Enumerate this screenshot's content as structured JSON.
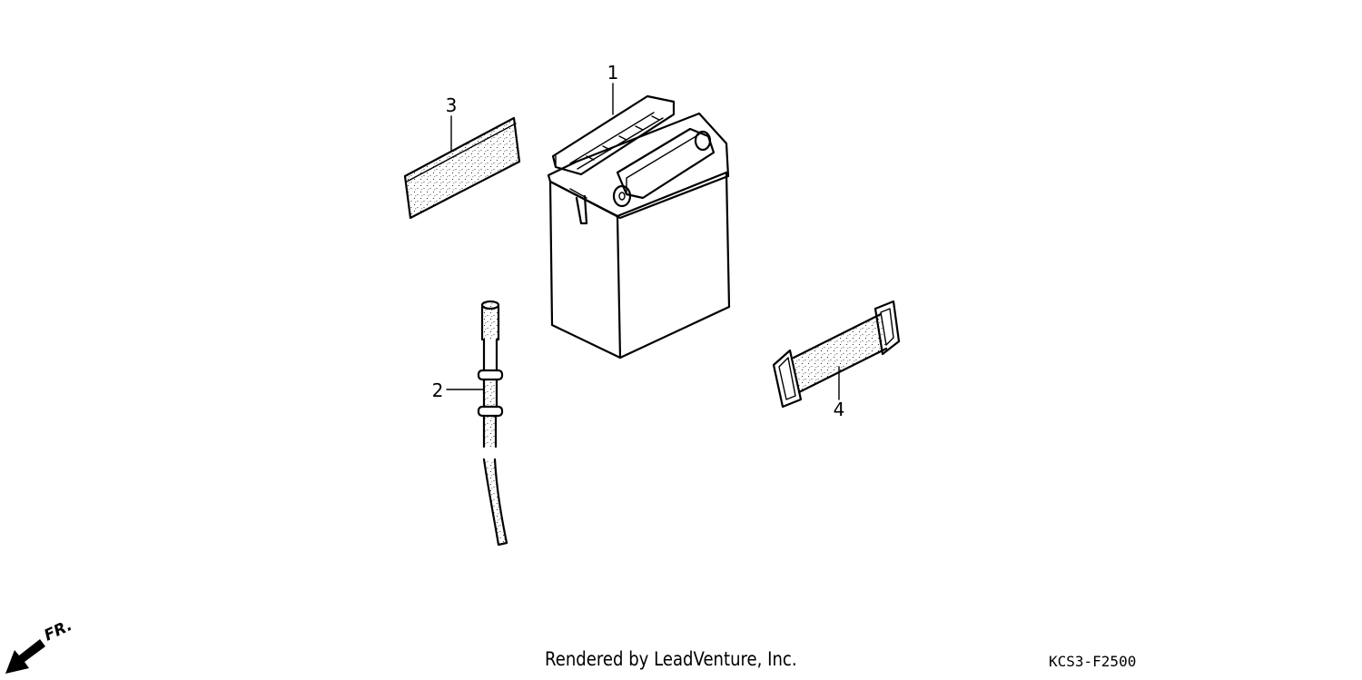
{
  "callouts": {
    "battery": "1",
    "breather_tube": "2",
    "battery_pad": "3",
    "battery_band": "4"
  },
  "direction_marker": {
    "label": "FR.",
    "icon": "front-arrow-icon"
  },
  "footer": {
    "credit": "Rendered by LeadVenture, Inc.",
    "diagram_code": "KCS3-F2500"
  }
}
